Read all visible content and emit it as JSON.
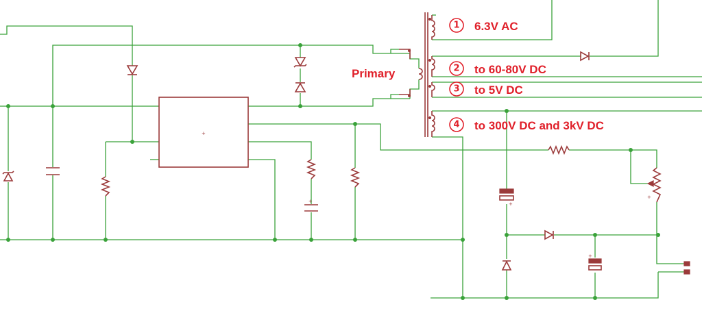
{
  "diagram": {
    "primary_label": "Primary",
    "windings": [
      {
        "number": "1",
        "label": "6.3V AC"
      },
      {
        "number": "2",
        "label": "to 60-80V DC"
      },
      {
        "number": "3",
        "label": "to 5V DC"
      },
      {
        "number": "4",
        "label": "to 300V DC and 3kV DC"
      }
    ],
    "colors": {
      "wire": "#3aa23a",
      "component": "#9b3a3a",
      "label": "#e0202a"
    }
  }
}
